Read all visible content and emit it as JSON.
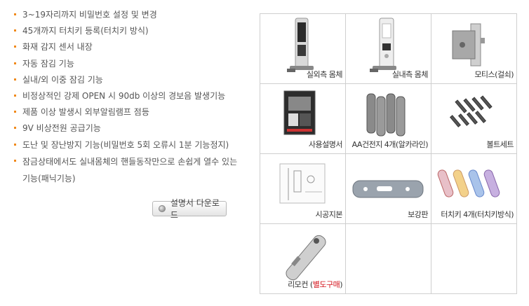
{
  "features": [
    "3~19자리까지 비밀번호 설정 및 변경",
    "45개까지 터치키 등록(터치키 방식)",
    "화재 감지 센서 내장",
    "자동 잠김 기능",
    "실내/외 이중 잠김 기능",
    "비정상적인 강제 OPEN 시 90db 이상의 경보음 발생기능",
    "제품 이상 발생시 외부알림램프 점등",
    "9V 비상전원 공급기능",
    "도난 및 장난방지 기능(비밀번호 5회 오류시 1분 기능정지)"
  ],
  "feature_last_line1": "잠금상태에서도 실내몸체의 핸들동작만으로 손쉽게 열수 있는",
  "feature_last_line2": "기능(패닉기능)",
  "download_button": "설명서 다운로드",
  "components": [
    {
      "label": "실외측 몸체",
      "icon": "outdoor-body-image"
    },
    {
      "label": "실내측 몸체",
      "icon": "indoor-body-image"
    },
    {
      "label": "모티스(걸쇠)",
      "icon": "mortise-image"
    },
    {
      "label": "사용설명서",
      "icon": "manual-image"
    },
    {
      "label": "AA건전지 4개(알카라인)",
      "icon": "battery-image"
    },
    {
      "label": "볼트세트",
      "icon": "bolt-set-image"
    },
    {
      "label": "시공지본",
      "icon": "template-image"
    },
    {
      "label": "보강판",
      "icon": "reinforce-plate-image"
    },
    {
      "label": "터치키 4개(터치키방식)",
      "icon": "touch-key-image"
    }
  ],
  "remote": {
    "label": "리모컨 (",
    "label_red": "별도구매",
    "label_end": ")"
  },
  "colors": {
    "bullet": "#f08a1c",
    "grid_border": "#cfcfcf",
    "red": "#d4141c"
  }
}
